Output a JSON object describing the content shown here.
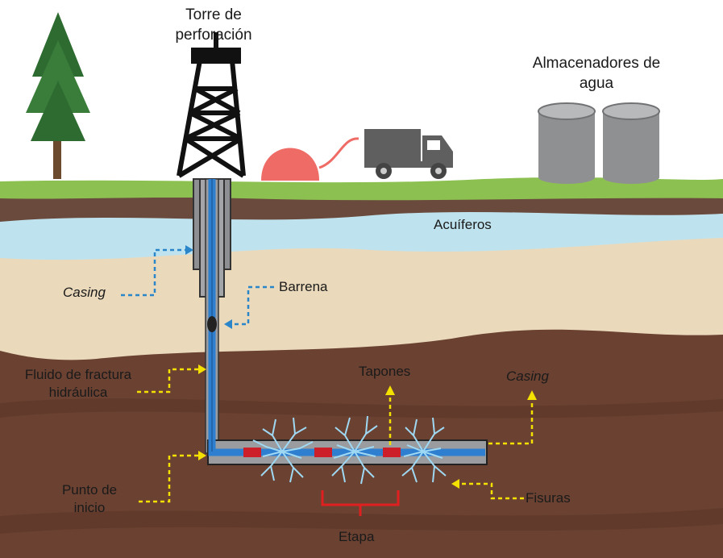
{
  "labels": {
    "torre_line1": "Torre de",
    "torre_line2": "perforación",
    "almacen_line1": "Almacenadores de",
    "almacen_line2": "agua",
    "acuiferos": "Acuíferos",
    "casing_left": "Casing",
    "barrena": "Barrena",
    "fluido_line1": "Fluido de fractura",
    "fluido_line2": "hidráulica",
    "tapones": "Tapones",
    "casing_right": "Casing",
    "punto_line1": "Punto de",
    "punto_line2": "inicio",
    "fisuras": "Fisuras",
    "etapa": "Etapa"
  },
  "colors": {
    "grass": "#8cc151",
    "topsoil": "#6a4a3c",
    "aquifer": "#bfe3ee",
    "sand": "#ead9bb",
    "deep_soil": "#6b4232",
    "casing": "#8d8f92",
    "fluid": "#2f7fd1",
    "plug": "#cc1f2a",
    "arrow_blue": "#2a86c9",
    "arrow_yellow": "#f5e100",
    "bracket": "#e02020",
    "tank": "#8e9092",
    "truck": "#5f5f5f",
    "dome": "#ef6b66",
    "tree": "#2e6b31"
  }
}
